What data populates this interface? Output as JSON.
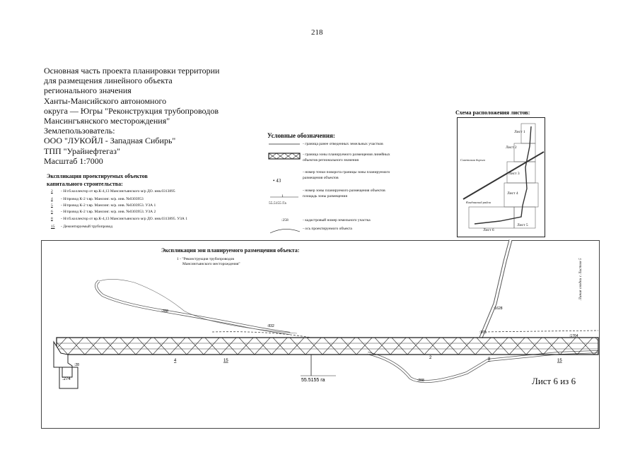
{
  "page_number": "218",
  "title_lines": [
    "Основная часть проекта планировки территории",
    "для размещения линейного объекта",
    "регионального значения",
    "Ханты-Мансийского автономного",
    "округа — Югры \"Реконструкция трубопроводов",
    "Мансингъянского месторождения\"",
    "Землепользователь:",
    "ООО \"ЛУКОЙЛ - Западная Сибирь\"",
    "ТПП \"Урайнефтегаз\"",
    "Масштаб 1:7000"
  ],
  "legend": {
    "title": "Условные обозначения:",
    "items": [
      "- граница ранее отведенных земельных участков",
      "- граница зоны планируемого размещения линейных",
      "  объектов регионального значения",
      "- номер точки поворота границы зоны планируемого",
      "  размещения объектов",
      "- номер зоны планируемого размещения объектов",
      "  площадь зоны размещения",
      "- кадастровый номер земельного участка",
      "- ось проектируемого объекта"
    ],
    "point_sample": "• 43",
    "zone_sample_num": "1",
    "zone_sample_area": "55.5155 Га",
    "cadastral_sample": ":258"
  },
  "explication": {
    "title_line1": "Экспликация проектируемых объектов",
    "title_line2": "капитального строительства:",
    "items": [
      {
        "num": "2",
        "text": "- Н/сб.коллектор от вр.К-4,13 Мансингъянского м/р ДО. инв.0313895"
      },
      {
        "num": "4",
        "text": "- Н/провод К-2 т.вр. Мансинг. м/р. инв. №0303953"
      },
      {
        "num": "5",
        "text": "- Н/провод К-2 т.вр. Мансинг. м/р. инв. №0303953. УЗА 1"
      },
      {
        "num": "6",
        "text": "- Н/провод К-2 т.вр. Мансинг. м/р. инв. №0303953. УЗА 2"
      },
      {
        "num": "8",
        "text": "- Н/сб.коллектор от вр.К-4,13 Мансингъянского м/р ДО. инв.0313895. УЗА 1"
      },
      {
        "num": "15",
        "text": "- Демонтируемый трубопровод"
      }
    ]
  },
  "scheme": {
    "title": "Схема расположения листов:",
    "sheets": [
      "Лист 1",
      "Лист 2",
      "Лист 3",
      "Лист 4",
      "Лист 5",
      "Лист 6"
    ],
    "road_1": "Советская дорога",
    "road_2": "Кондинский район"
  },
  "zone_explication": {
    "title": "Экспликация зон планируемого размещения объекта:",
    "item_line1": "1 - \"Реконструкция трубопроводов",
    "item_line2": "Мансингъянского месторождения\""
  },
  "map": {
    "zone_area": "55.5155 га",
    "cadastral": [
      ":274",
      ":28",
      ":832",
      ":1628",
      ":1764",
      ":375",
      ":288"
    ],
    "object_numbers": [
      "4",
      "15",
      "2",
      "8",
      "15"
    ],
    "side_note": "Линия сводки с Листом 5"
  },
  "sheet_label": "Лист 6 из 6"
}
